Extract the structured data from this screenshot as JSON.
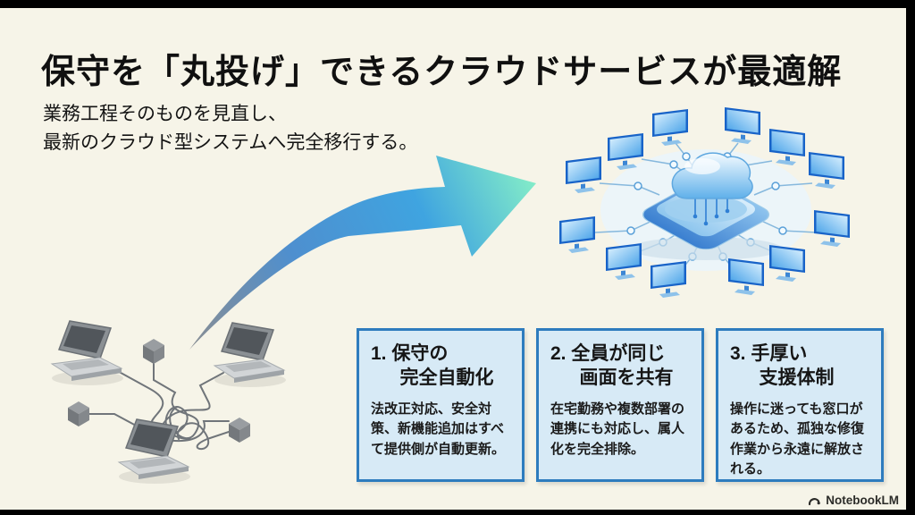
{
  "slide": {
    "title": "保守を「丸投げ」できるクラウドサービスが最適解",
    "subtitle_lines": [
      "業務工程そのものを見直し、",
      "最新のクラウド型システムへ完全移行する。"
    ],
    "cards": [
      {
        "title_line1": "1. 保守の",
        "title_line2": "完全自動化",
        "body": "法改正対応、安全対策、新機能追加はすべて提供側が自動更新。"
      },
      {
        "title_line1": "2. 全員が同じ",
        "title_line2": "画面を共有",
        "body": "在宅勤務や複数部署の連携にも対応し、属人化を完全排除。"
      },
      {
        "title_line1": "3. 手厚い",
        "title_line2": "支援体制",
        "body": "操作に迷っても窓口があるため、孤独な修復作業から永遠に解放される。"
      }
    ],
    "watermark": {
      "label": "NotebookLM"
    },
    "icons": {
      "notebooklm_logo": "arc-fan-glyph",
      "tangled_network_illustration": "gray isometric laptops with tangled cables",
      "cloud_hub_illustration": "blue cloud on chip platform linked to monitor ring",
      "migration_arrow": "curved gradient swoosh arrow"
    },
    "colors": {
      "letterbox": "#000000",
      "background": "#f6f4e8",
      "card_bg": "#d7eaf6",
      "card_border": "#2e7cbe",
      "text": "#141414",
      "arrow_gray": "#8a8e92",
      "arrow_blue": "#3fa4e0",
      "arrow_mint": "#83ecc8",
      "accent_blue": "#2f7fd4"
    }
  }
}
